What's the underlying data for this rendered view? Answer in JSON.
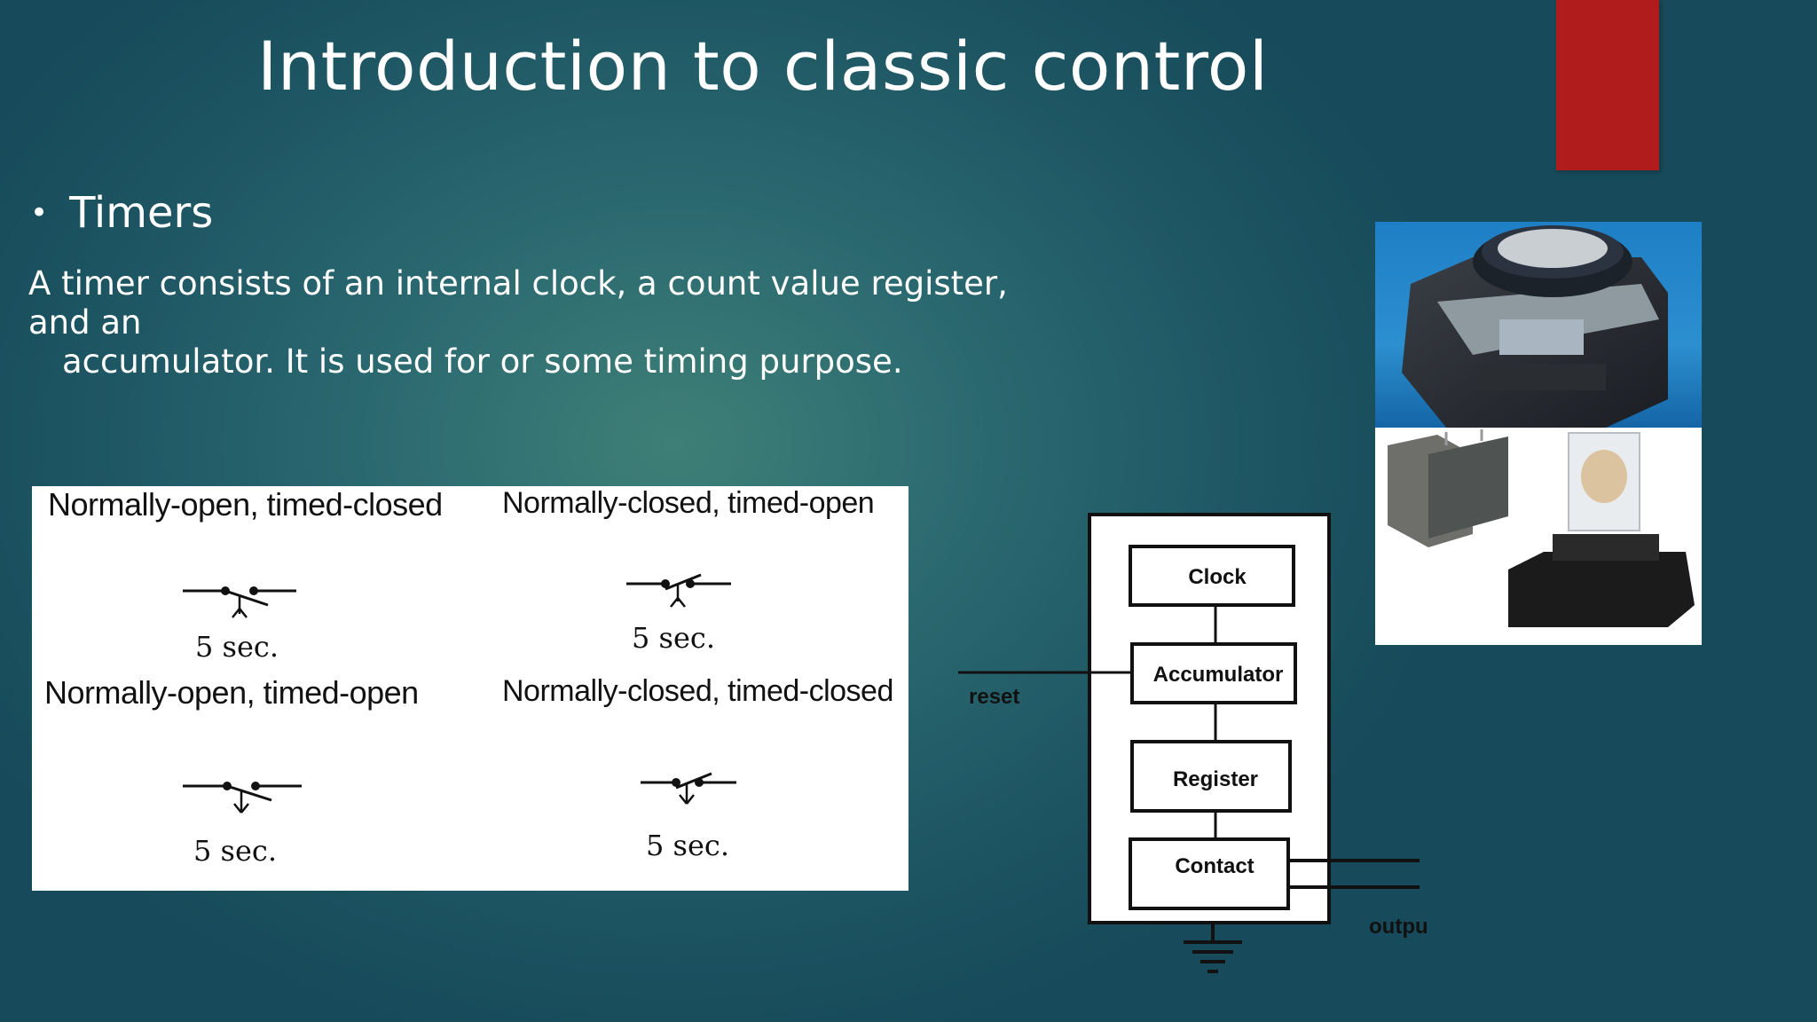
{
  "slide": {
    "title": "Introduction to classic control",
    "bullet": "Timers",
    "body_line1": "A timer consists of an internal clock, a count value register, and an",
    "body_line2": "accumulator. It is used for or some timing purpose."
  },
  "contacts": [
    {
      "label": "Normally-open, timed-closed",
      "time": "5 sec."
    },
    {
      "label": "Normally-closed, timed-open",
      "time": "5 sec."
    },
    {
      "label": "Normally-open, timed-open",
      "time": "5 sec."
    },
    {
      "label": "Normally-closed, timed-closed",
      "time": "5 sec."
    }
  ],
  "diagram": {
    "blocks": [
      "Clock",
      "Accumulator",
      "Register",
      "Contact"
    ],
    "reset_label": "reset",
    "output_label": "outpu"
  },
  "colors": {
    "accent_bar": "#b01c1c",
    "text": "#ffffff"
  }
}
